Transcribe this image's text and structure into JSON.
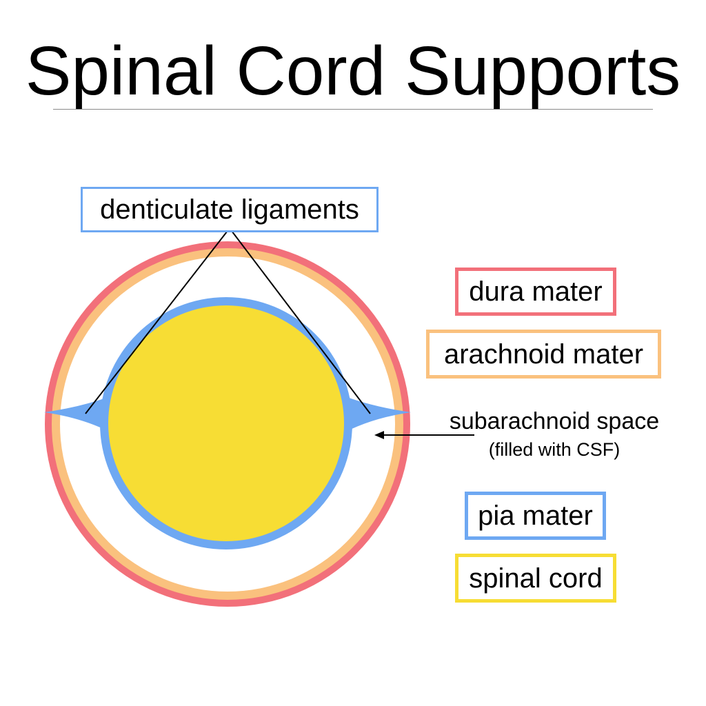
{
  "title": "Spinal Cord Supports",
  "labels": {
    "denticulate": "denticulate ligaments",
    "dura": "dura mater",
    "arachnoid": "arachnoid mater",
    "subarachnoid_line1": "subarachnoid space",
    "subarachnoid_line2": "(filled with CSF)",
    "pia": "pia mater",
    "cord": "spinal cord"
  },
  "colors": {
    "dura": "#f2707a",
    "arachnoid": "#fac17e",
    "pia": "#6ea8f2",
    "cord": "#f7dd34",
    "line": "#000000"
  }
}
